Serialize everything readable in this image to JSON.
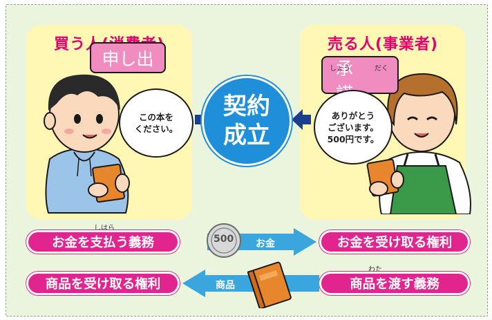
{
  "buyer": {
    "title": "買う人(消費者)",
    "action": "申し出",
    "speech": "この本を\nください。"
  },
  "seller": {
    "title": "売る人(事業者)",
    "action": "承　諾",
    "action_ruby_1": "しょう",
    "action_ruby_2": "だく",
    "speech": "ありがとう\nございます。\n500円です。"
  },
  "center": {
    "label": "契約\n成立"
  },
  "obligations": {
    "buyer_pay": "お金を支払う義務",
    "buyer_pay_ruby": "しはら",
    "seller_receive_money": "お金を受け取る権利",
    "buyer_receive_goods": "商品を受け取る権利",
    "seller_deliver": "商品を渡す義務",
    "seller_deliver_ruby": "わた"
  },
  "flows": {
    "money": "お金",
    "goods": "商品",
    "coin_value": "500"
  },
  "colors": {
    "background": "#ebf5dd",
    "panel": "#fff7b3",
    "accent_pink": "#e2248f",
    "accent_blue": "#1e8fd8"
  }
}
